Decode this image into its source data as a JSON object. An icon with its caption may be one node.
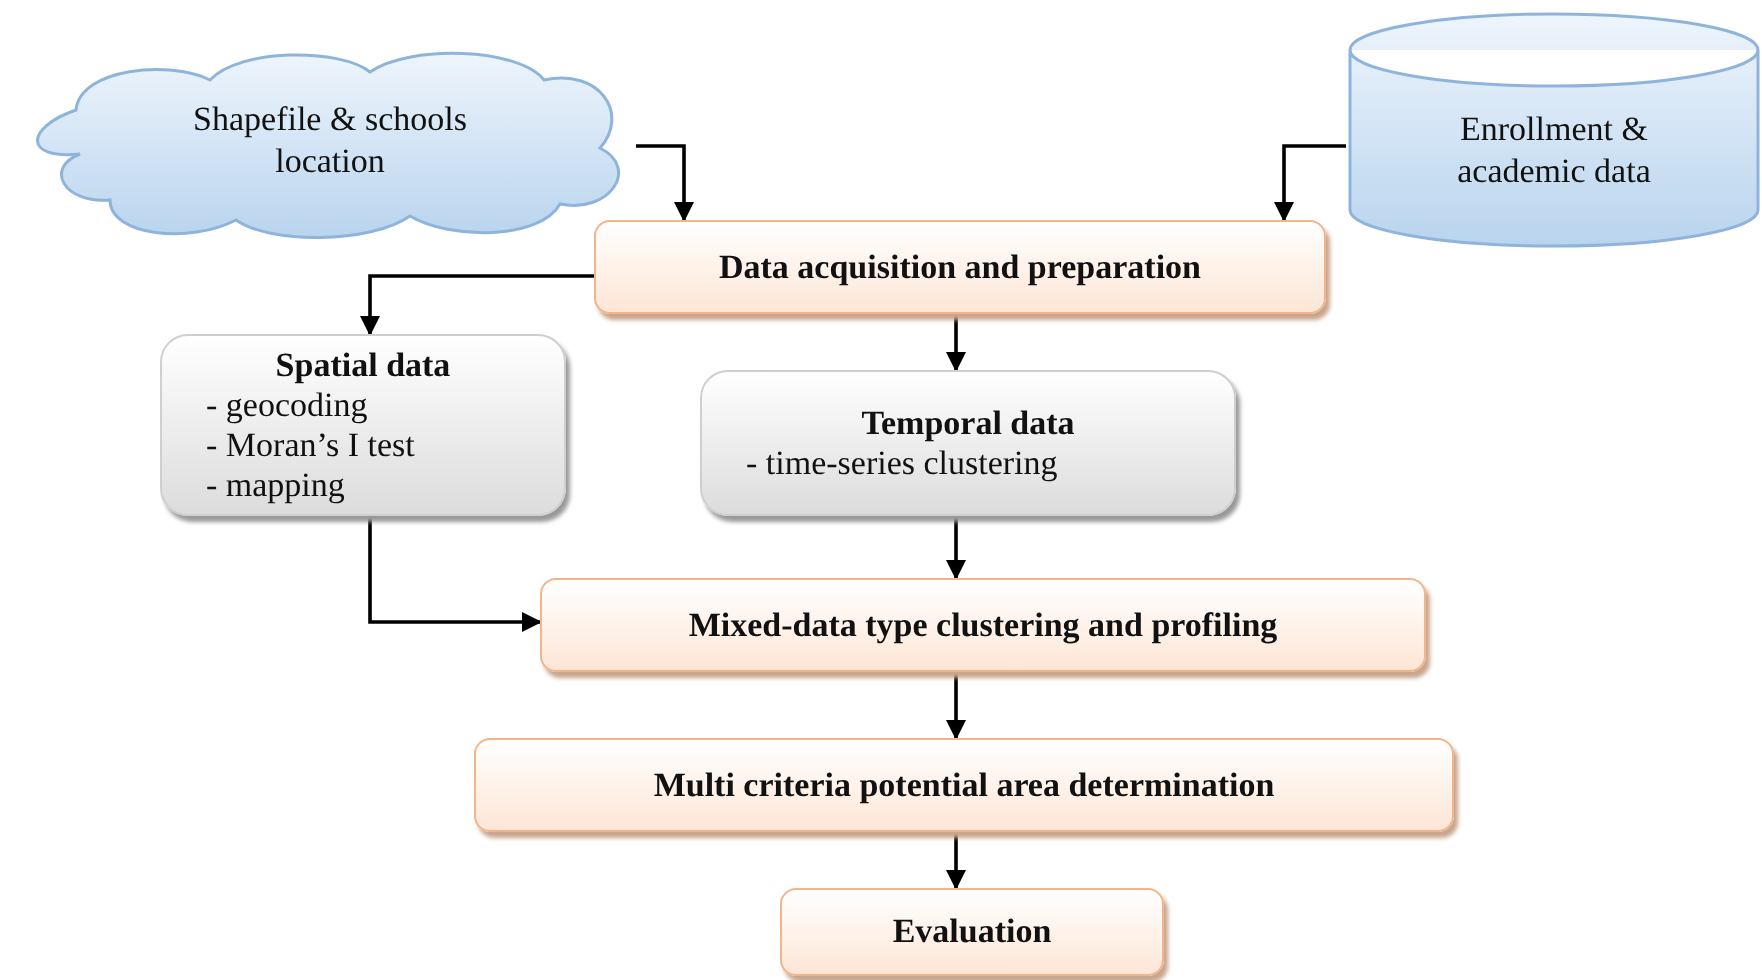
{
  "diagram": {
    "nodes": [
      {
        "text": [
          "Shapefile & schools location"
        ]
      },
      {
        "text": [
          "Enrollment & academic data"
        ]
      },
      {
        "text": [
          "Data acquisition and preparation"
        ]
      },
      {
        "text": [
          "Spatial data",
          "- geocoding",
          "- Moran’s I test",
          "- mapping"
        ]
      },
      {
        "text": [
          "Temporal data",
          "- time-series clustering"
        ]
      },
      {
        "text": [
          "Mixed-data type clustering and profiling"
        ]
      },
      {
        "text": [
          "Multi criteria potential area determination"
        ]
      },
      {
        "text": [
          "Evaluation"
        ]
      }
    ],
    "edges": [
      {
        "from": 0,
        "to": 2,
        "arrow": "to"
      },
      {
        "from": 1,
        "to": 2,
        "arrow": "to"
      },
      {
        "from": 2,
        "to": 3,
        "arrow": "to"
      },
      {
        "from": 2,
        "to": 4,
        "arrow": "to"
      },
      {
        "from": 4,
        "to": 5,
        "arrow": "to"
      },
      {
        "from": 3,
        "to": 5,
        "arrow": "to"
      },
      {
        "from": 5,
        "to": 6,
        "arrow": "to"
      },
      {
        "from": 6,
        "to": 7,
        "arrow": "to"
      }
    ]
  }
}
